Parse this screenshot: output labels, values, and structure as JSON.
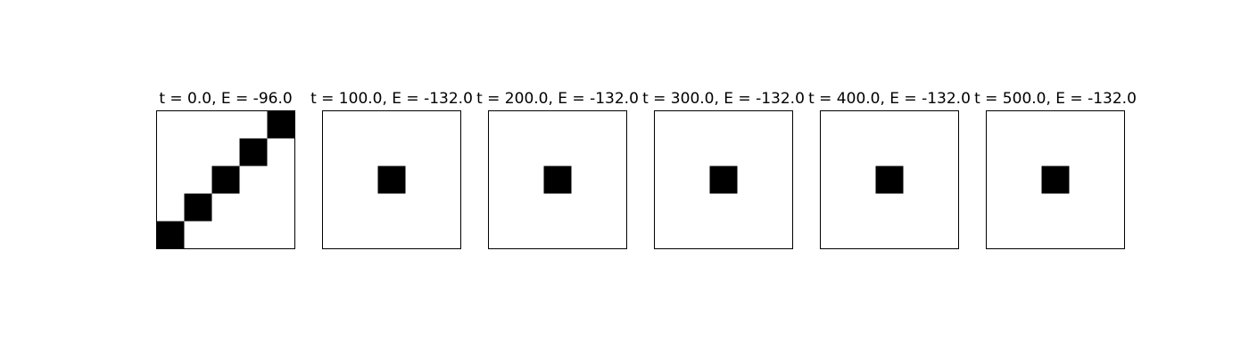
{
  "chart_data": [
    {
      "type": "heatmap",
      "title": "t = 0.0, E = -96.0",
      "grid_size": [
        5,
        5
      ],
      "filled_cells": [
        [
          4,
          0
        ],
        [
          3,
          1
        ],
        [
          2,
          2
        ],
        [
          1,
          3
        ],
        [
          0,
          4
        ]
      ],
      "axes_visible": false
    },
    {
      "type": "heatmap",
      "title": "t = 100.0, E = -132.0",
      "grid_size": [
        5,
        5
      ],
      "filled_cells": [
        [
          2,
          2
        ]
      ],
      "axes_visible": false
    },
    {
      "type": "heatmap",
      "title": "t = 200.0, E = -132.0",
      "grid_size": [
        5,
        5
      ],
      "filled_cells": [
        [
          2,
          2
        ]
      ],
      "axes_visible": false
    },
    {
      "type": "heatmap",
      "title": "t = 300.0, E = -132.0",
      "grid_size": [
        5,
        5
      ],
      "filled_cells": [
        [
          2,
          2
        ]
      ],
      "axes_visible": false
    },
    {
      "type": "heatmap",
      "title": "t = 400.0, E = -132.0",
      "grid_size": [
        5,
        5
      ],
      "filled_cells": [
        [
          2,
          2
        ]
      ],
      "axes_visible": false
    },
    {
      "type": "heatmap",
      "title": "t = 500.0, E = -132.0",
      "grid_size": [
        5,
        5
      ],
      "filled_cells": [
        [
          2,
          2
        ]
      ],
      "axes_visible": false
    }
  ],
  "colors": {
    "filled": "#000000",
    "empty": "#ffffff",
    "frame": "#000000"
  }
}
